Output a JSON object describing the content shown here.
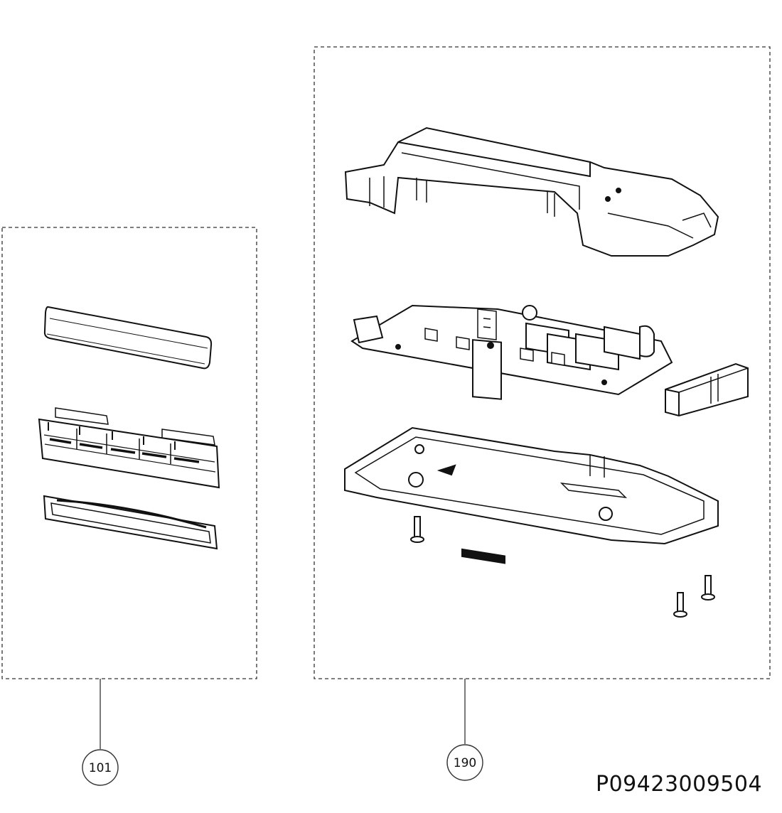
{
  "groups": [
    {
      "id": "101",
      "label": "101"
    },
    {
      "id": "190",
      "label": "190"
    }
  ],
  "part_code": "P09423009504"
}
